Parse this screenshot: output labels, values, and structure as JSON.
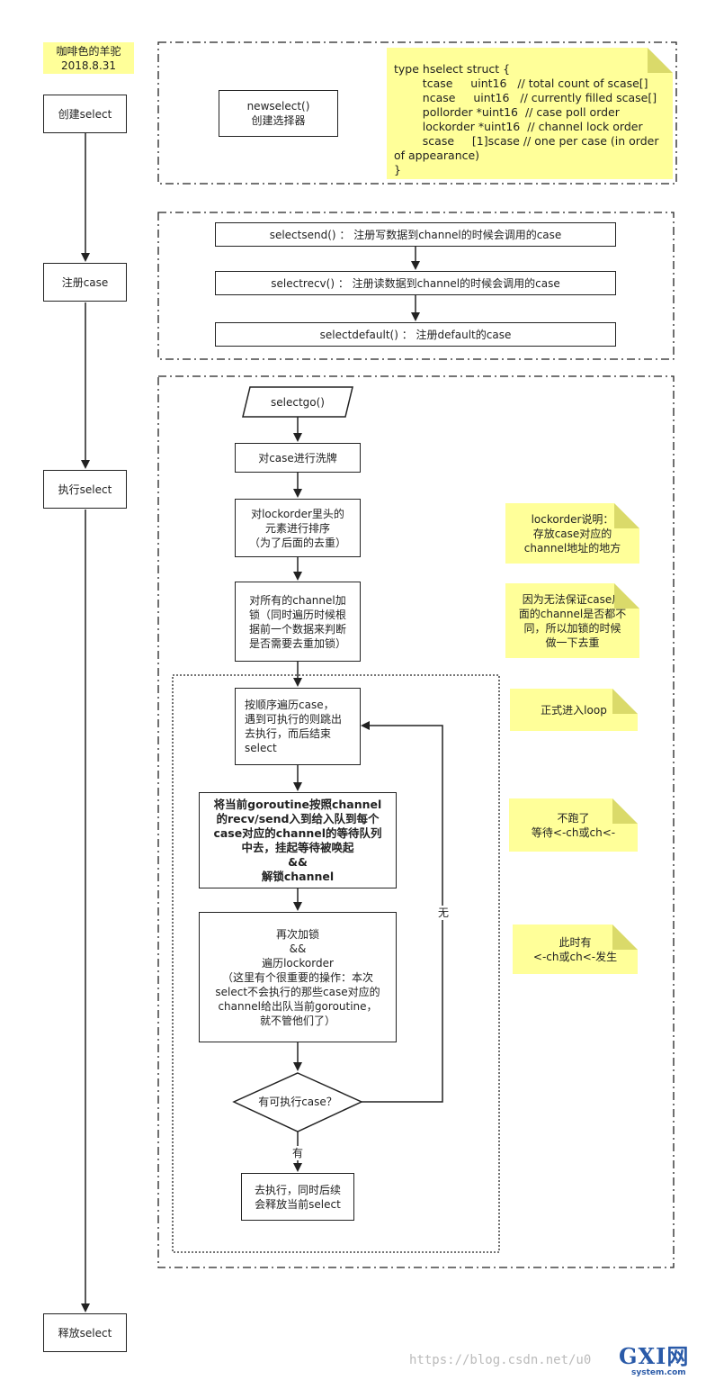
{
  "header_note": {
    "line1": "咖啡色的羊驼",
    "line2": "2018.8.31"
  },
  "stages": {
    "create": "创建select",
    "register": "注册case",
    "execute": "执行select",
    "release": "释放select"
  },
  "section1": {
    "newselect": {
      "line1": "newselect()",
      "line2": "创建选择器"
    },
    "struct_note": "type hselect struct {\n        tcase     uint16   // total count of scase[]\n        ncase     uint16   // currently filled scase[]\n        pollorder *uint16  // case poll order\n        lockorder *uint16  // channel lock order\n        scase     [1]scase // one per case (in order\nof appearance)\n}"
  },
  "section2": {
    "selectsend": "selectsend() ： 注册写数据到channel的时候会调用的case",
    "selectrecv": "selectrecv() ： 注册读数据到channel的时候会调用的case",
    "selectdefault": "selectdefault() ： 注册default的case"
  },
  "section3": {
    "selectgo": "selectgo()",
    "shuffle": "对case进行洗牌",
    "sort": "对lockorder里头的\n元素进行排序\n（为了后面的去重）",
    "lock": "对所有的channel加\n锁（同时遍历时候根\n据前一个数据来判断\n是否需要去重加锁）",
    "traverse": "按顺序遍历case，\n遇到可执行的则跳出\n去执行，而后结束\nselect",
    "enqueue": "将当前goroutine按照channel\n的recv/send入到给入队到每个\ncase对应的channel的等待队列\n中去，挂起等待被唤起\n&&\n解锁channel",
    "relock": "再次加锁\n&&\n遍历lockorder\n（这里有个很重要的操作：本次\nselect不会执行的那些case对应的\nchannel给出队当前goroutine，\n就不管他们了）",
    "decision": "有可执行case？",
    "no_label": "无",
    "yes_label": "有",
    "execute_release": "去执行，同时后续\n会释放当前select"
  },
  "side_notes": {
    "lockorder": "lockorder说明：\n存放case对应的\nchannel地址的地方",
    "dedupe": "因为无法保证case后\n面的channel是否都不\n同，所以加锁的时候\n做一下去重",
    "loop": "正式进入loop",
    "not_run": "不跑了\n等待<-ch或ch<-",
    "happened": "此时有\n<-ch或ch<-发生"
  },
  "watermark": {
    "url": "https://blog.csdn.net/u0",
    "logo": "GXI网",
    "logo_sub": "system.com"
  }
}
